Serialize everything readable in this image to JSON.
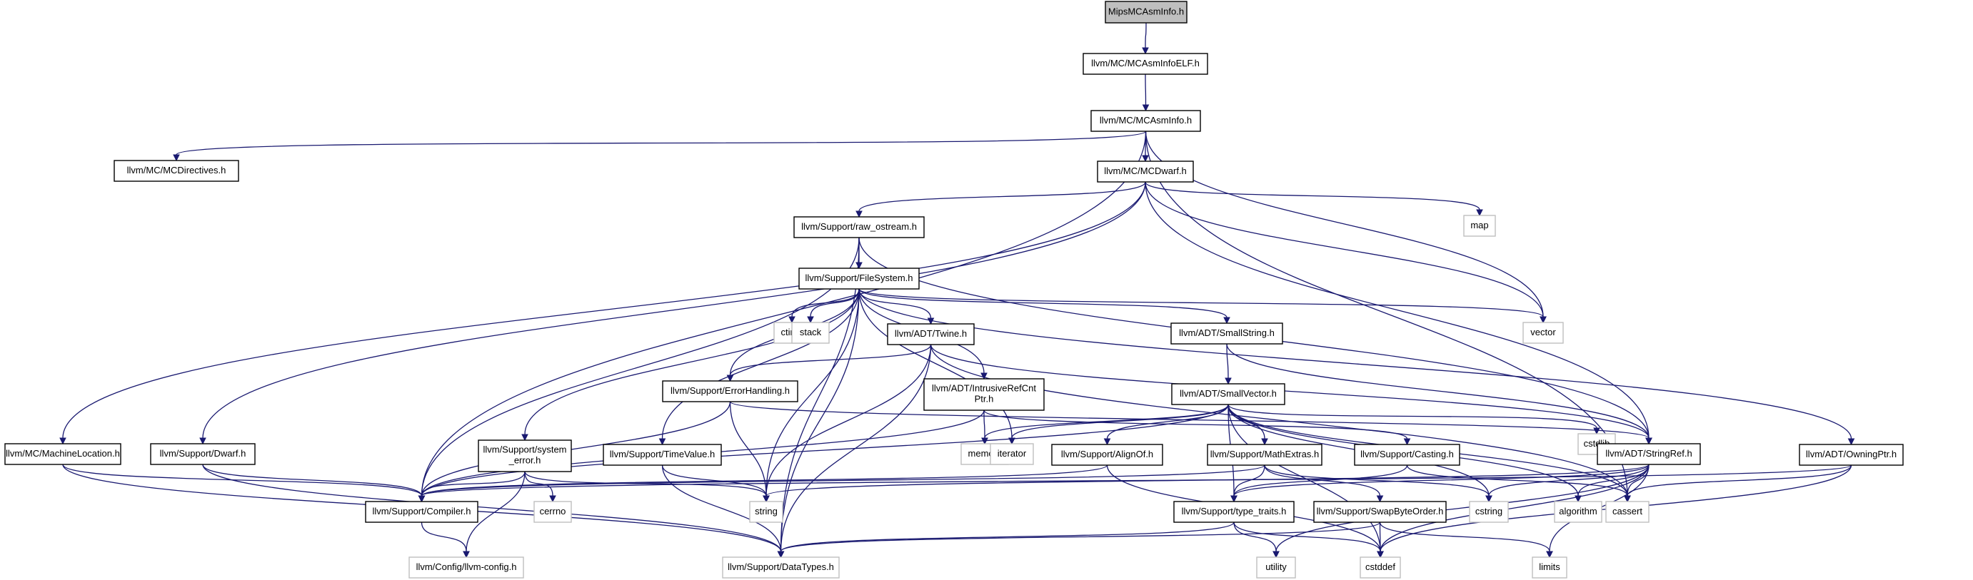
{
  "title": "MipsMCAsmInfo.h",
  "colors": {
    "edge": "#191970",
    "root_fill": "#bfbfbf",
    "node_border": "#000000",
    "system_border": "#bfbfbf"
  },
  "nodes": [
    {
      "id": "root",
      "label": "MipsMCAsmInfo.h",
      "kind": "root"
    },
    {
      "id": "asmelf",
      "label": "llvm/MC/MCAsmInfoELF.h",
      "kind": "file"
    },
    {
      "id": "asminfo",
      "label": "llvm/MC/MCAsmInfo.h",
      "kind": "file"
    },
    {
      "id": "directives",
      "label": "llvm/MC/MCDirectives.h",
      "kind": "file"
    },
    {
      "id": "mcdwarf",
      "label": "llvm/MC/MCDwarf.h",
      "kind": "file"
    },
    {
      "id": "map",
      "label": "map",
      "kind": "system"
    },
    {
      "id": "rawos",
      "label": "llvm/Support/raw_ostream.h",
      "kind": "file"
    },
    {
      "id": "fs",
      "label": "llvm/Support/FileSystem.h",
      "kind": "file"
    },
    {
      "id": "vector",
      "label": "vector",
      "kind": "system"
    },
    {
      "id": "ctime",
      "label": "ctime",
      "kind": "system"
    },
    {
      "id": "stack",
      "label": "stack",
      "kind": "system"
    },
    {
      "id": "twine",
      "label": "llvm/ADT/Twine.h",
      "kind": "file"
    },
    {
      "id": "smallstr",
      "label": "llvm/ADT/SmallString.h",
      "kind": "file"
    },
    {
      "id": "errh",
      "label": "llvm/Support/ErrorHandling.h",
      "kind": "file"
    },
    {
      "id": "intrusive",
      "label": "llvm/ADT/IntrusiveRefCnt\nPtr.h",
      "kind": "file"
    },
    {
      "id": "smallvec",
      "label": "llvm/ADT/SmallVector.h",
      "kind": "file"
    },
    {
      "id": "machloc",
      "label": "llvm/MC/MachineLocation.h",
      "kind": "file"
    },
    {
      "id": "dwarf",
      "label": "llvm/Support/Dwarf.h",
      "kind": "file"
    },
    {
      "id": "syserr",
      "label": "llvm/Support/system\n_error.h",
      "kind": "file"
    },
    {
      "id": "timeval",
      "label": "llvm/Support/TimeValue.h",
      "kind": "file"
    },
    {
      "id": "memory",
      "label": "memory",
      "kind": "system"
    },
    {
      "id": "iterator",
      "label": "iterator",
      "kind": "system"
    },
    {
      "id": "alignof",
      "label": "llvm/Support/AlignOf.h",
      "kind": "file"
    },
    {
      "id": "mathext",
      "label": "llvm/Support/MathExtras.h",
      "kind": "file"
    },
    {
      "id": "casting",
      "label": "llvm/Support/Casting.h",
      "kind": "file"
    },
    {
      "id": "cstdlib",
      "label": "cstdlib",
      "kind": "system"
    },
    {
      "id": "stringref",
      "label": "llvm/ADT/StringRef.h",
      "kind": "file"
    },
    {
      "id": "owningptr",
      "label": "llvm/ADT/OwningPtr.h",
      "kind": "file"
    },
    {
      "id": "compiler",
      "label": "llvm/Support/Compiler.h",
      "kind": "file"
    },
    {
      "id": "cerrno",
      "label": "cerrno",
      "kind": "system"
    },
    {
      "id": "string",
      "label": "string",
      "kind": "system"
    },
    {
      "id": "typetraits",
      "label": "llvm/Support/type_traits.h",
      "kind": "file"
    },
    {
      "id": "swapbyte",
      "label": "llvm/Support/SwapByteOrder.h",
      "kind": "file"
    },
    {
      "id": "cstring",
      "label": "cstring",
      "kind": "system"
    },
    {
      "id": "algorithm",
      "label": "algorithm",
      "kind": "system"
    },
    {
      "id": "cassert",
      "label": "cassert",
      "kind": "system"
    },
    {
      "id": "llvmconfig",
      "label": "llvm/Config/llvm-config.h",
      "kind": "system"
    },
    {
      "id": "datatypes",
      "label": "llvm/Support/DataTypes.h",
      "kind": "system"
    },
    {
      "id": "utility",
      "label": "utility",
      "kind": "system"
    },
    {
      "id": "cstddef",
      "label": "cstddef",
      "kind": "system"
    },
    {
      "id": "limits",
      "label": "limits",
      "kind": "system"
    }
  ],
  "edges": [
    [
      "root",
      "asmelf"
    ],
    [
      "asmelf",
      "asminfo"
    ],
    [
      "asminfo",
      "directives"
    ],
    [
      "asminfo",
      "mcdwarf"
    ],
    [
      "asminfo",
      "compiler"
    ],
    [
      "asminfo",
      "vector"
    ],
    [
      "asminfo",
      "cassert"
    ],
    [
      "mcdwarf",
      "rawos"
    ],
    [
      "mcdwarf",
      "map"
    ],
    [
      "mcdwarf",
      "vector"
    ],
    [
      "mcdwarf",
      "machloc"
    ],
    [
      "mcdwarf",
      "dwarf"
    ],
    [
      "mcdwarf",
      "stringref"
    ],
    [
      "rawos",
      "fs"
    ],
    [
      "rawos",
      "compiler"
    ],
    [
      "rawos",
      "stringref"
    ],
    [
      "rawos",
      "datatypes"
    ],
    [
      "fs",
      "ctime"
    ],
    [
      "fs",
      "stack"
    ],
    [
      "fs",
      "twine"
    ],
    [
      "fs",
      "smallstr"
    ],
    [
      "fs",
      "errh"
    ],
    [
      "fs",
      "intrusive"
    ],
    [
      "fs",
      "syserr"
    ],
    [
      "fs",
      "timeval"
    ],
    [
      "fs",
      "string"
    ],
    [
      "fs",
      "vector"
    ],
    [
      "fs",
      "iterator"
    ],
    [
      "fs",
      "owningptr"
    ],
    [
      "fs",
      "datatypes"
    ],
    [
      "twine",
      "errh"
    ],
    [
      "twine",
      "stringref"
    ],
    [
      "twine",
      "cassert"
    ],
    [
      "twine",
      "string"
    ],
    [
      "twine",
      "datatypes"
    ],
    [
      "smallstr",
      "smallvec"
    ],
    [
      "smallstr",
      "stringref"
    ],
    [
      "errh",
      "compiler"
    ],
    [
      "errh",
      "string"
    ],
    [
      "errh",
      "stringref"
    ],
    [
      "intrusive",
      "memory"
    ],
    [
      "intrusive",
      "casting"
    ],
    [
      "intrusive",
      "compiler"
    ],
    [
      "smallvec",
      "alignof"
    ],
    [
      "smallvec",
      "mathext"
    ],
    [
      "smallvec",
      "compiler"
    ],
    [
      "smallvec",
      "typetraits"
    ],
    [
      "smallvec",
      "cstdlib"
    ],
    [
      "smallvec",
      "algorithm"
    ],
    [
      "smallvec",
      "iterator"
    ],
    [
      "smallvec",
      "memory"
    ],
    [
      "smallvec",
      "cstring"
    ],
    [
      "smallvec",
      "cassert"
    ],
    [
      "smallvec",
      "cstddef"
    ],
    [
      "machloc",
      "compiler"
    ],
    [
      "machloc",
      "datatypes"
    ],
    [
      "dwarf",
      "compiler"
    ],
    [
      "dwarf",
      "datatypes"
    ],
    [
      "syserr",
      "compiler"
    ],
    [
      "syserr",
      "cerrno"
    ],
    [
      "syserr",
      "string"
    ],
    [
      "syserr",
      "llvmconfig"
    ],
    [
      "timeval",
      "datatypes"
    ],
    [
      "timeval",
      "string"
    ],
    [
      "alignof",
      "compiler"
    ],
    [
      "alignof",
      "cstddef"
    ],
    [
      "mathext",
      "compiler"
    ],
    [
      "mathext",
      "swapbyte"
    ],
    [
      "mathext",
      "typetraits"
    ],
    [
      "mathext",
      "cstring"
    ],
    [
      "casting",
      "typetraits"
    ],
    [
      "casting",
      "cassert"
    ],
    [
      "stringref",
      "typetraits"
    ],
    [
      "stringref",
      "algorithm"
    ],
    [
      "stringref",
      "cassert"
    ],
    [
      "stringref",
      "cstring"
    ],
    [
      "stringref",
      "limits"
    ],
    [
      "stringref",
      "string"
    ],
    [
      "stringref",
      "utility"
    ],
    [
      "stringref",
      "cstddef"
    ],
    [
      "owningptr",
      "compiler"
    ],
    [
      "owningptr",
      "cassert"
    ],
    [
      "owningptr",
      "cstddef"
    ],
    [
      "compiler",
      "llvmconfig"
    ],
    [
      "typetraits",
      "datatypes"
    ],
    [
      "typetraits",
      "utility"
    ],
    [
      "typetraits",
      "cstddef"
    ],
    [
      "swapbyte",
      "datatypes"
    ],
    [
      "swapbyte",
      "cstddef"
    ],
    [
      "swapbyte",
      "limits"
    ]
  ]
}
